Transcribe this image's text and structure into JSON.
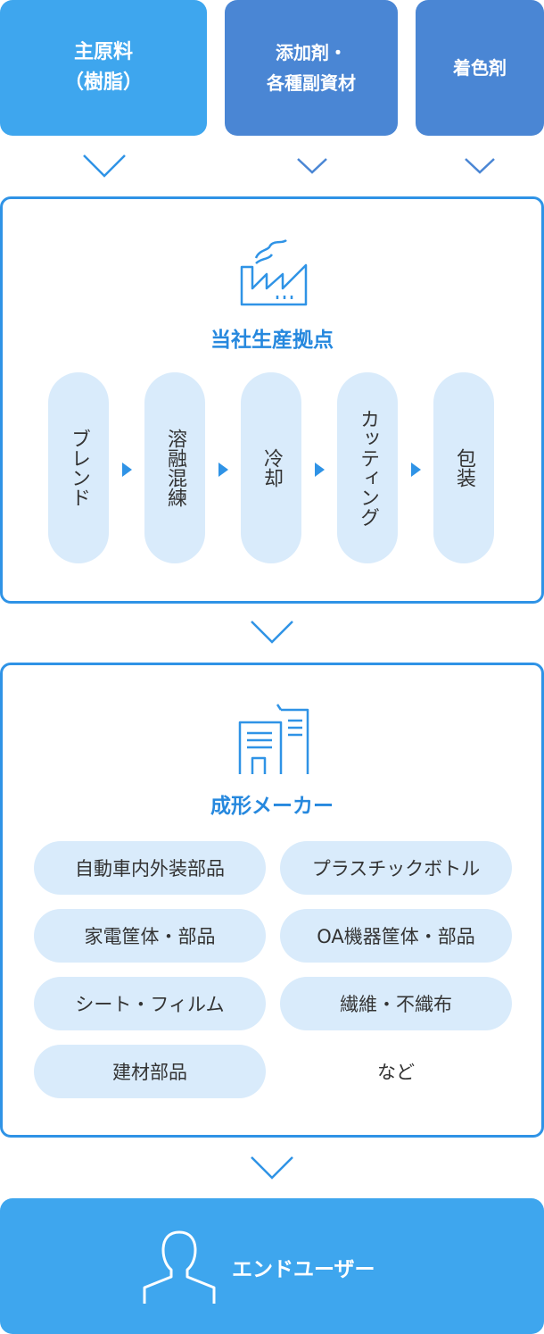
{
  "inputs": [
    {
      "label": "主原料\n（樹脂）"
    },
    {
      "label": "添加剤・\n各種副資材"
    },
    {
      "label": "着色剤"
    }
  ],
  "factory": {
    "title": "当社生産拠点",
    "icon": "factory-icon",
    "steps": [
      "ブレンド",
      "溶融混練",
      "冷却",
      "カッティング",
      "包装"
    ]
  },
  "molders": {
    "title": "成形メーカー",
    "icon": "buildings-icon",
    "items": [
      "自動車内外装部品",
      "プラスチックボトル",
      "家電筐体・部品",
      "OA機器筐体・部品",
      "シート・フィルム",
      "繊維・不織布",
      "建材部品",
      "など"
    ]
  },
  "end_user": {
    "label": "エンドユーザー",
    "icon": "person-icon"
  },
  "colors": {
    "primary_blue": "#3ea6ee",
    "secondary_blue": "#4a86d4",
    "frame_blue": "#2f93e6",
    "pill_bg": "#d9ebfb",
    "title_blue": "#2688de"
  }
}
